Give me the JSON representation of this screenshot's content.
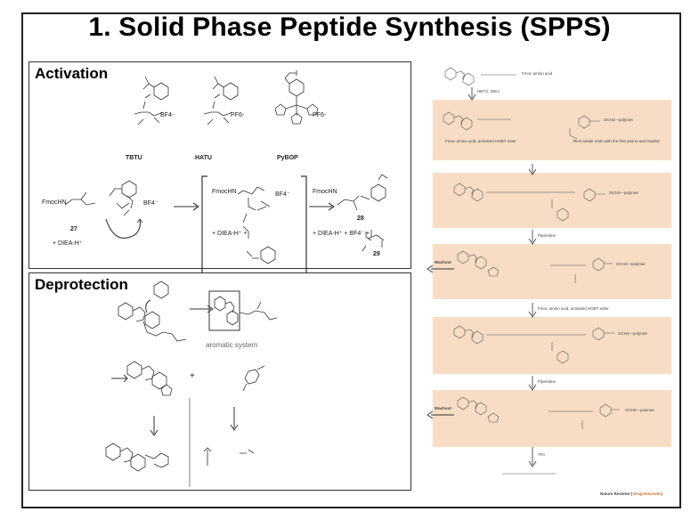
{
  "title": "1. Solid Phase Peptide Synthesis (SPPS)",
  "activation": {
    "heading": "Activation",
    "reagents": [
      "TBTU",
      "HATU",
      "PyBOP"
    ],
    "anions": [
      "BF4-",
      "PF6-",
      "PF6-"
    ],
    "fmoc": "FmocHN",
    "compound_27": "27",
    "compound_28": "28",
    "compound_29": "29",
    "diea_h": "+ DIEA-H⁺",
    "diea_h2": "+ DIEA-H⁺ +",
    "diea_bf4": "+ DIEA-H⁺ + BF4⁻ +",
    "bf4": "BF4⁻"
  },
  "deprotection": {
    "heading": "Deprotection",
    "aromatic_label": "aromatic system"
  },
  "scheme": {
    "fmoc_aa": "Fmoc amino acid",
    "hbtu": "HBTU, DIEA",
    "activated_ester": "Fmoc amino acid, activated HOBT ester",
    "resin_note": "Rink amide resin with the first amino acid loaded",
    "polymer": "OCH2—polymer",
    "piperidine": "Piperidine",
    "washout": "Washout",
    "fmoc_hobt": "Fmoc amino acid, activated HOBT ester",
    "tfa": "TFA",
    "credit_a": "Nature Reviews",
    "credit_b": "Drug Discovery"
  }
}
